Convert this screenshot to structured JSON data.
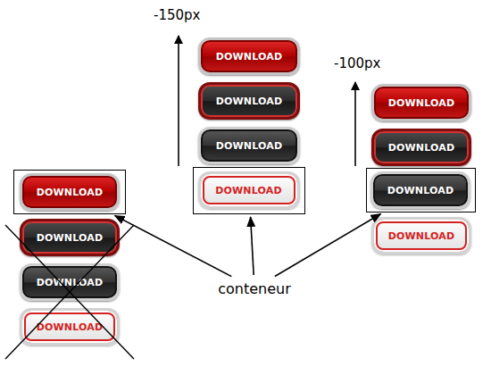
{
  "diagram": {
    "nodes": [
      {
        "text": []
      },
      {
        "text": [
          "DOWNLOAD"
        ],
        "in": 0
      },
      {
        "text": [
          "DOWNLOAD"
        ]
      },
      {
        "text": [
          "DOWNLOAD"
        ]
      },
      {
        "text": [
          "DOWNLOAD"
        ]
      },
      {
        "text": [
          "DOWNLOAD"
        ]
      },
      {
        "text": [
          "DOWNLOAD"
        ]
      },
      {
        "text": [
          "DOWNLOAD"
        ]
      },
      {
        "text": []
      },
      {
        "text": [
          "DOWNLOAD"
        ],
        "in": 8
      },
      {
        "text": [
          "DOWNLOAD"
        ]
      },
      {
        "text": [
          "DOWNLOAD"
        ]
      },
      {
        "text": []
      },
      {
        "text": [
          "DOWNLOAD"
        ],
        "in": 12
      },
      {
        "text": [
          "DOWNLOAD"
        ]
      },
      {
        "text": [
          "conteneur"
        ]
      }
    ],
    "edges": [
      {
        "from": 15,
        "to": 0,
        "arrow": "to"
      },
      {
        "from": 15,
        "to": 8,
        "arrow": "to"
      },
      {
        "from": 15,
        "to": 12,
        "arrow": "to"
      }
    ],
    "labels": [
      "-150px",
      "-100px"
    ]
  }
}
